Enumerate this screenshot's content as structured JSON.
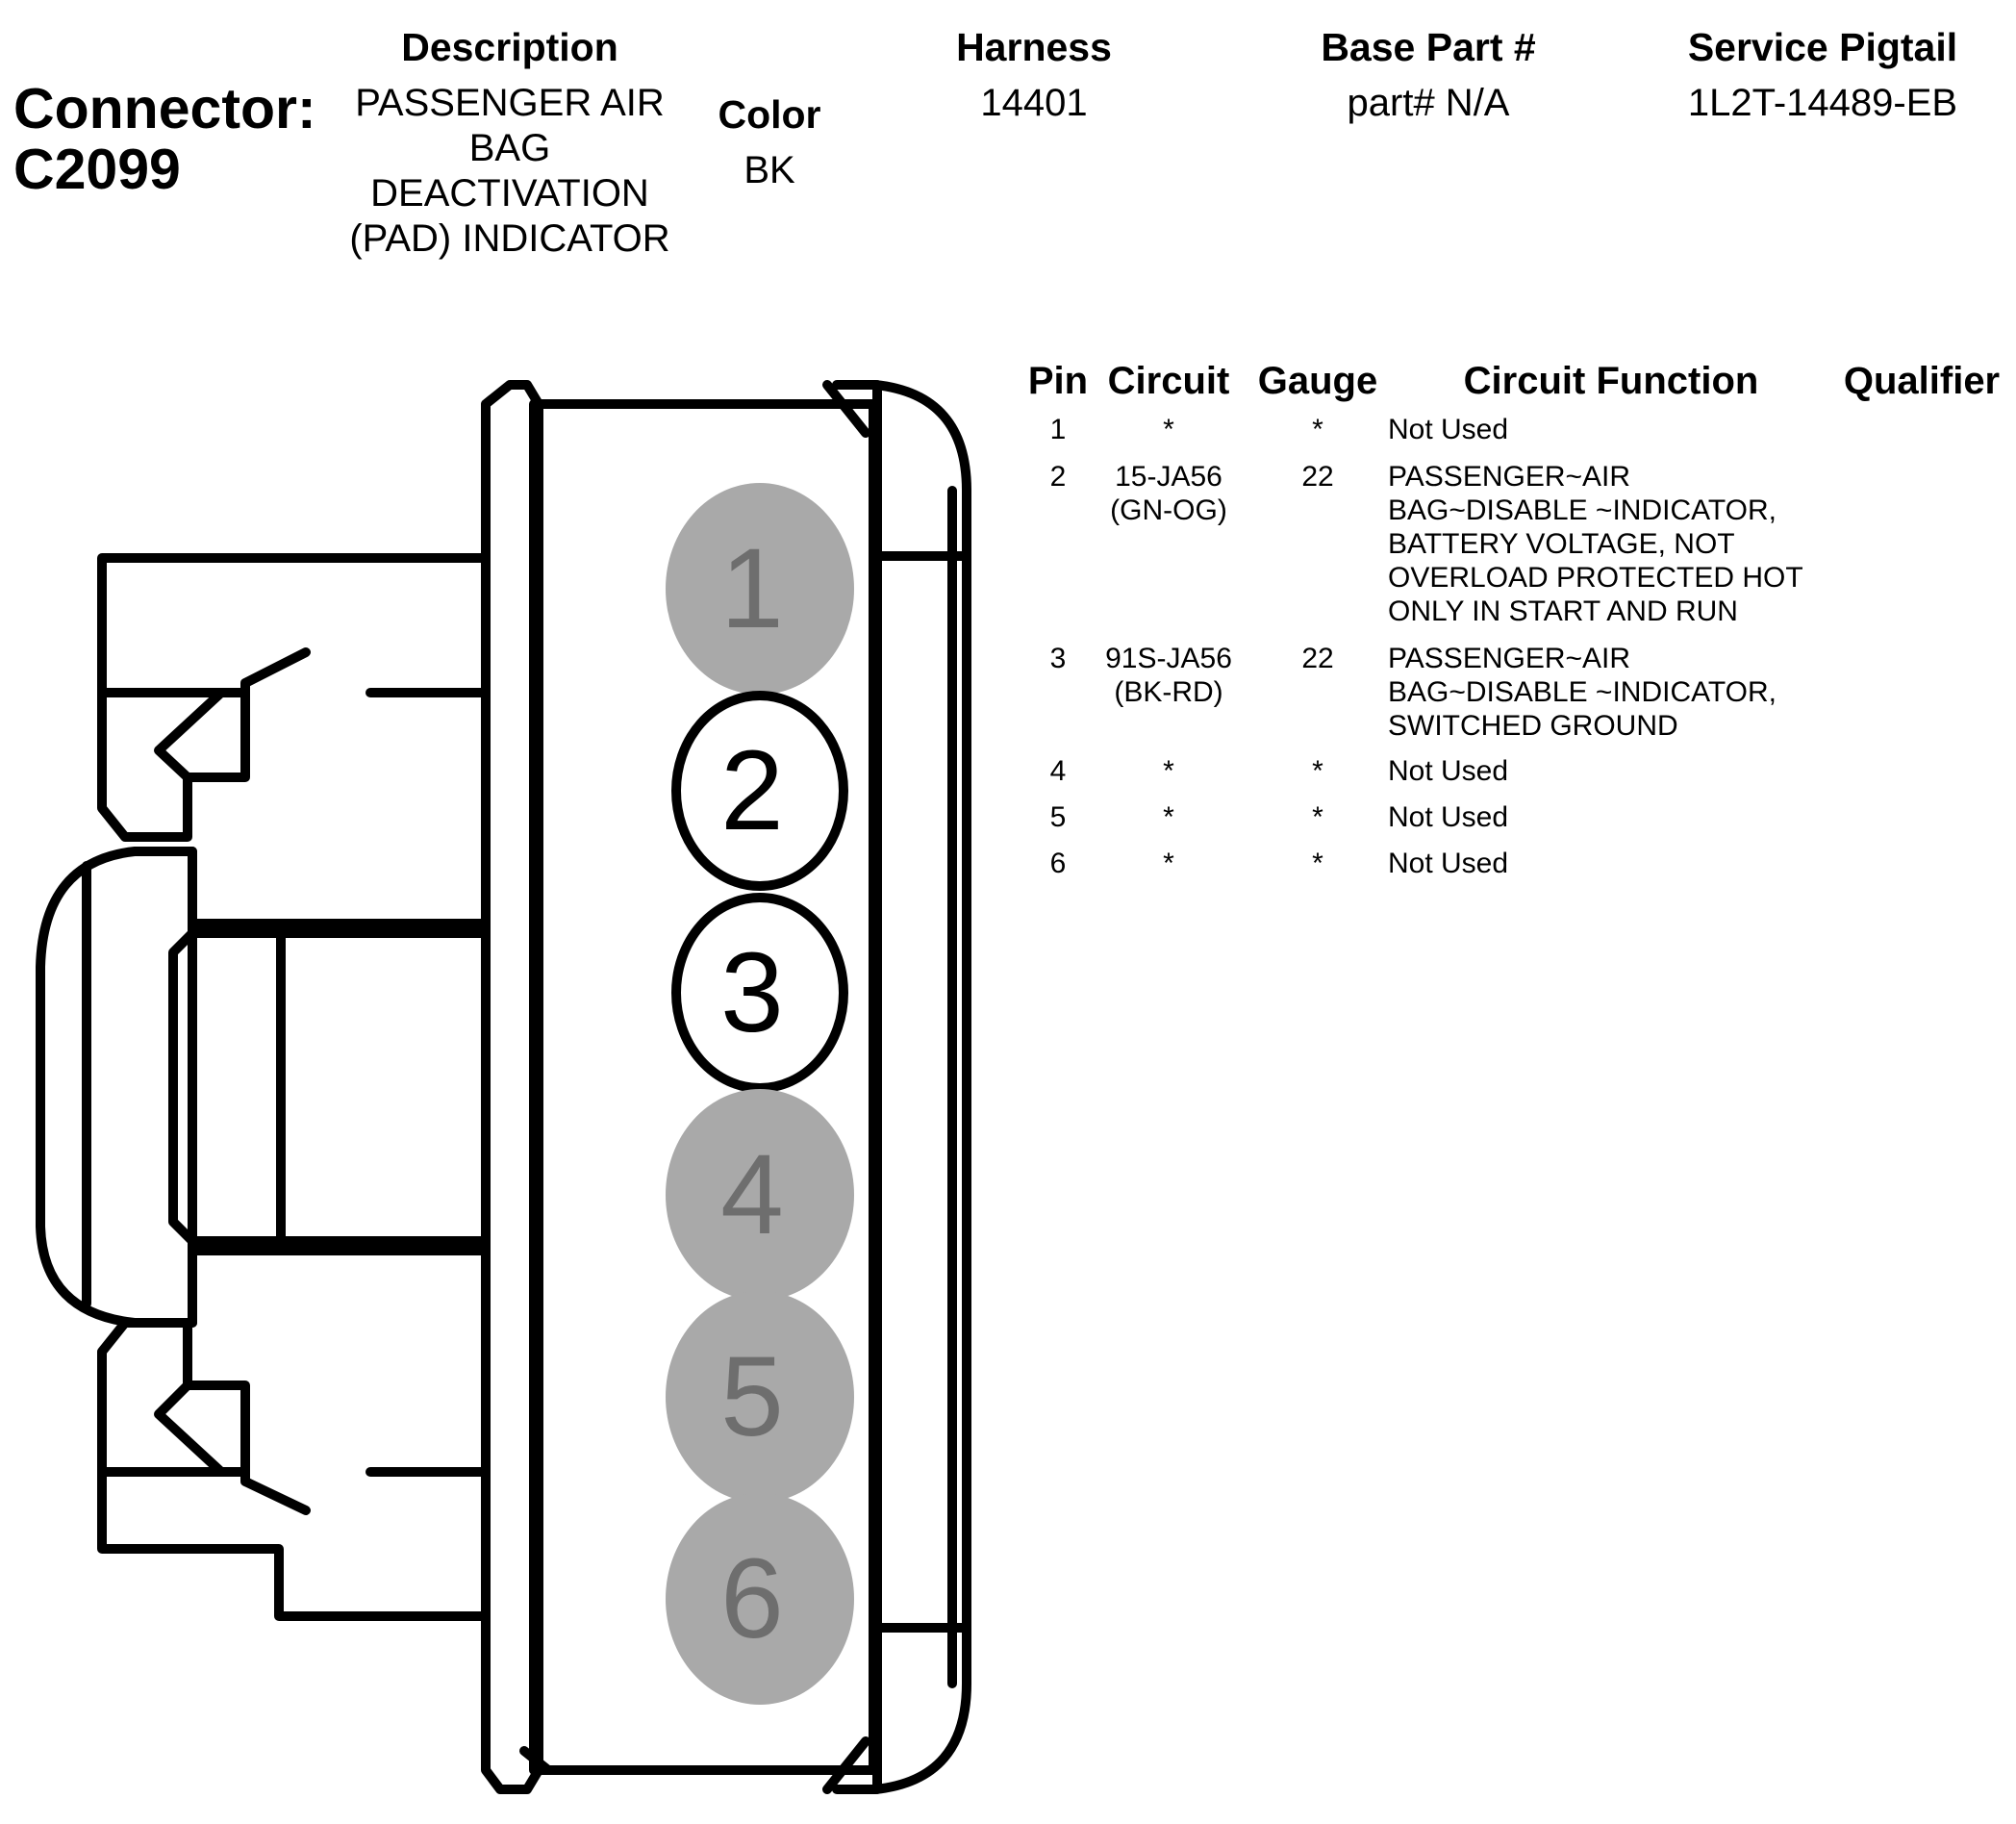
{
  "header": {
    "connector_label_line1": "Connector:",
    "connector_label_line2": "C2099",
    "description_heading": "Description",
    "description_lines": [
      "PASSENGER AIR",
      "BAG",
      "DEACTIVATION",
      "(PAD) INDICATOR"
    ],
    "color_heading": "Color",
    "color_value": "BK",
    "harness_heading": "Harness",
    "harness_value": "14401",
    "base_part_heading": "Base Part #",
    "base_part_value": "part# N/A",
    "service_pigtail_heading": "Service Pigtail",
    "service_pigtail_value": "1L2T-14489-EB"
  },
  "table": {
    "headers": {
      "pin": "Pin",
      "circuit": "Circuit",
      "gauge": "Gauge",
      "function": "Circuit Function",
      "qualifier": "Qualifier"
    },
    "rows": [
      {
        "pin": "1",
        "circuit": [
          "*"
        ],
        "gauge": "*",
        "function": [
          "Not Used"
        ]
      },
      {
        "pin": "2",
        "circuit": [
          "15-JA56",
          "(GN-OG)"
        ],
        "gauge": "22",
        "function": [
          "PASSENGER~AIR",
          "BAG~DISABLE ~INDICATOR,",
          "BATTERY VOLTAGE, NOT",
          "OVERLOAD PROTECTED HOT",
          "ONLY IN START AND RUN"
        ]
      },
      {
        "pin": "3",
        "circuit": [
          "91S-JA56",
          "(BK-RD)"
        ],
        "gauge": "22",
        "function": [
          "PASSENGER~AIR",
          "BAG~DISABLE ~INDICATOR,",
          "SWITCHED GROUND"
        ]
      },
      {
        "pin": "4",
        "circuit": [
          "*"
        ],
        "gauge": "*",
        "function": [
          "Not Used"
        ]
      },
      {
        "pin": "5",
        "circuit": [
          "*"
        ],
        "gauge": "*",
        "function": [
          "Not Used"
        ]
      },
      {
        "pin": "6",
        "circuit": [
          "*"
        ],
        "gauge": "*",
        "function": [
          "Not Used"
        ]
      }
    ]
  },
  "diagram": {
    "pins": [
      {
        "label": "1",
        "state": "unused"
      },
      {
        "label": "2",
        "state": "used"
      },
      {
        "label": "3",
        "state": "used"
      },
      {
        "label": "4",
        "state": "unused"
      },
      {
        "label": "5",
        "state": "unused"
      },
      {
        "label": "6",
        "state": "unused"
      }
    ],
    "colors": {
      "unused_fill": "#a9a9a9",
      "used_fill": "#ffffff",
      "outline": "#000000",
      "unused_text": "#6e6e6e"
    }
  }
}
